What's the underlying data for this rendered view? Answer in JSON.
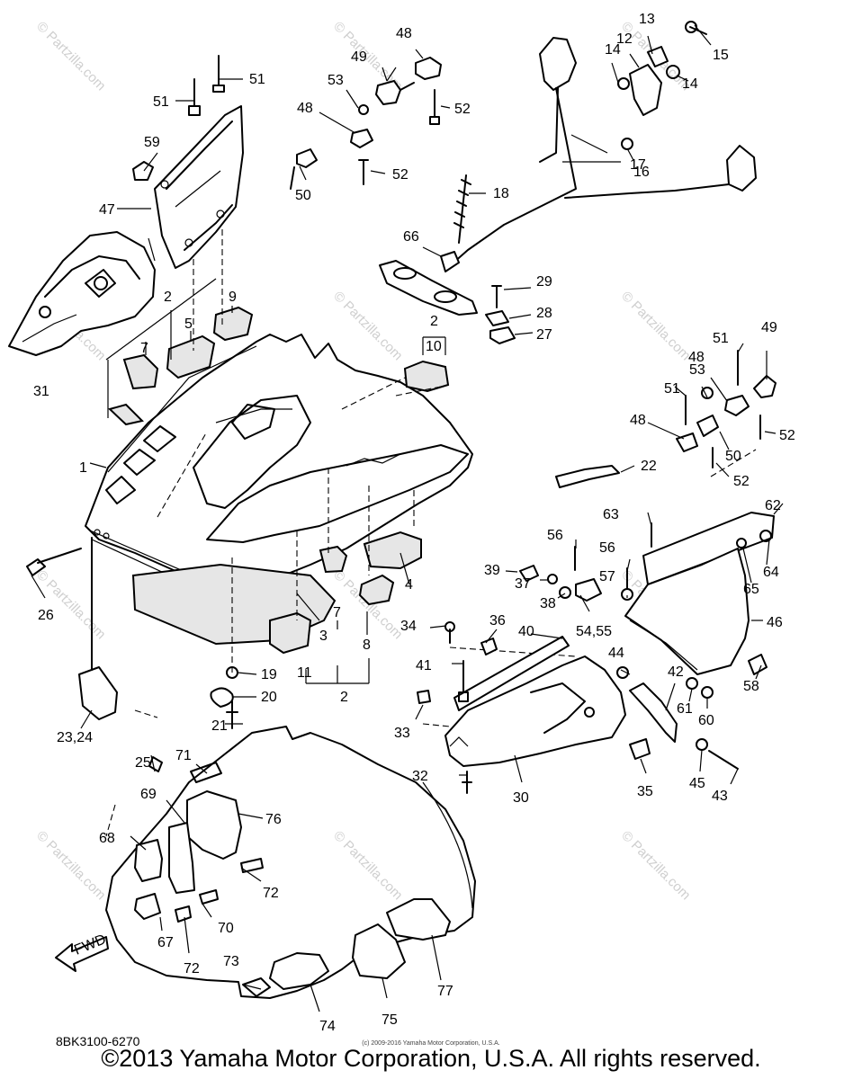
{
  "diagram": {
    "callouts": [
      "1",
      "2",
      "3",
      "4",
      "5",
      "7",
      "8",
      "9",
      "10",
      "11",
      "12",
      "13",
      "14",
      "15",
      "16",
      "17",
      "18",
      "19",
      "20",
      "21",
      "22",
      "23,24",
      "25",
      "26",
      "27",
      "28",
      "29",
      "30",
      "31",
      "32",
      "33",
      "34",
      "35",
      "36",
      "37",
      "38",
      "39",
      "40",
      "41",
      "42",
      "43",
      "44",
      "45",
      "46",
      "47",
      "48",
      "49",
      "50",
      "51",
      "52",
      "53",
      "54,55",
      "56",
      "57",
      "58",
      "59",
      "60",
      "61",
      "62",
      "63",
      "64",
      "65",
      "66",
      "67",
      "68",
      "69",
      "70",
      "71",
      "72",
      "73",
      "74",
      "75",
      "76",
      "77"
    ],
    "fwd_label": "FWD",
    "watermark_text": "© Partzilla.com",
    "figure_code": "8BK3100-6270"
  },
  "footer": {
    "small_notice": "(c) 2009-2016 Yamaha Motor Corporation, U.S.A.",
    "copyright": "©2013 Yamaha Motor Corporation, U.S.A. All rights reserved."
  }
}
